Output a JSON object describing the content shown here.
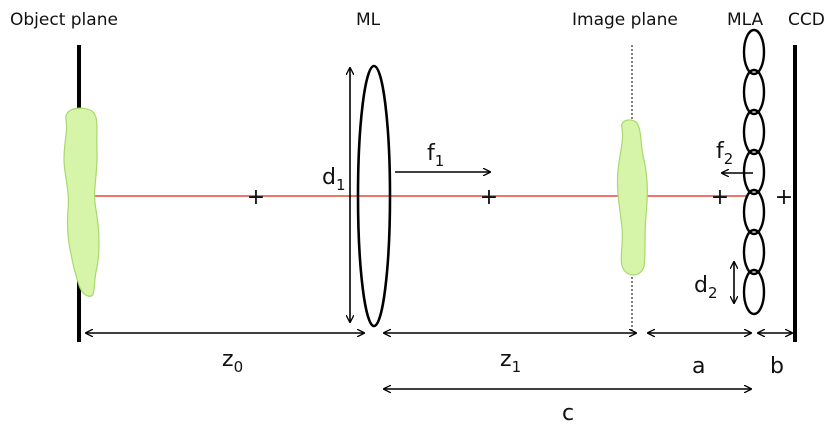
{
  "labels": {
    "object_plane": "Object plane",
    "ml": "ML",
    "image_plane": "Image plane",
    "mla": "MLA",
    "ccd": "CCD"
  },
  "symbols": {
    "d1": {
      "base": "d",
      "sub": "1"
    },
    "f1": {
      "base": "f",
      "sub": "1"
    },
    "f2": {
      "base": "f",
      "sub": "2"
    },
    "d2": {
      "base": "d",
      "sub": "2"
    },
    "z0": {
      "base": "z",
      "sub": "0"
    },
    "z1": {
      "base": "z",
      "sub": "1"
    },
    "a": "a",
    "b": "b",
    "c": "c"
  },
  "focal_marks": [
    "+",
    "+",
    "+",
    "+"
  ],
  "colors": {
    "optical_axis": "#e8463c",
    "object_fill": "#d6f5a8",
    "object_stroke": "#a9d86e",
    "line": "#000000",
    "text": "#111111"
  }
}
